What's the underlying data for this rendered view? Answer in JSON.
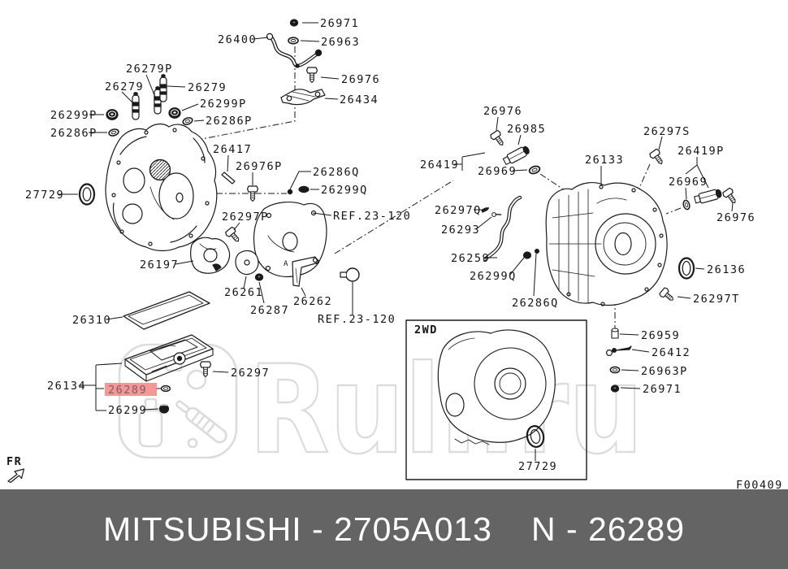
{
  "watermark": {
    "text": "Ruli.ru"
  },
  "footer": {
    "brand_part": "MITSUBISHI - 2705A013",
    "selected_part": "N - 26289"
  },
  "highlight": {
    "part": "26289",
    "color": "#f27d7d"
  },
  "diagram": {
    "code": "F00409",
    "fr_label": "FR",
    "inset_label": "2WD",
    "marker_a": "A",
    "labels": {
      "n26971_top": "26971",
      "n26400": "26400",
      "n26963": "26963",
      "n26976_top": "26976",
      "n26434": "26434",
      "n26279p": "26279P",
      "n26279_l": "26279",
      "n26279_r": "26279",
      "n26299p_r": "26299P",
      "n26286p_r": "26286P",
      "n26299p_l": "26299P",
      "n26286p_l": "26286P",
      "n26417": "26417",
      "n26976p": "26976P",
      "n27729_l": "27729",
      "n26297p": "26297P",
      "ref_1": "REF.23-120",
      "n26197": "26197",
      "n26261": "26261",
      "n26287": "26287",
      "n26286q_t": "26286Q",
      "n26299q_t": "26299Q",
      "n26262": "26262",
      "ref_2": "REF.23-120",
      "n26310": "26310",
      "n26134": "26134",
      "n26289": "26289",
      "n26299": "26299",
      "n26297": "26297",
      "n26976_r1": "26976",
      "n26985": "26985",
      "n26419": "26419",
      "n26969_l": "26969",
      "n26297s": "26297S",
      "n26419p": "26419P",
      "n26133": "26133",
      "n26969_r": "26969",
      "n26976_r2": "26976",
      "n26297q": "26297Q",
      "n26293": "26293",
      "n26259": "26259",
      "n26299q_b": "26299Q",
      "n26286q_b": "26286Q",
      "n26136": "26136",
      "n26297t": "26297T",
      "n26959": "26959",
      "n26412": "26412",
      "n26963p": "26963P",
      "n26971_b": "26971",
      "n27729_box": "27729"
    }
  }
}
